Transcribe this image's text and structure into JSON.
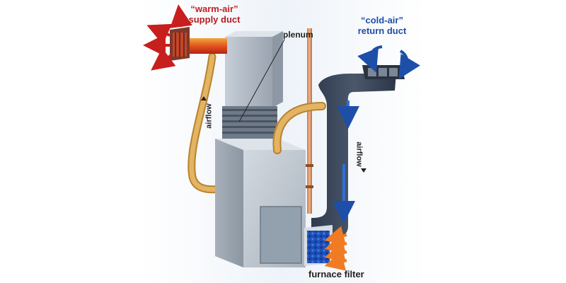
{
  "labels": {
    "warm_air_line1": "“warm-air”",
    "warm_air_line2": "supply duct",
    "cold_air_line1": "“cold-air”",
    "cold_air_line2": "return duct",
    "plenum": "plenum",
    "airflow_left": "airflow",
    "airflow_right": "airflow",
    "furnace_filter": "furnace filter"
  },
  "colors": {
    "warm_air": "#c81e1e",
    "cold_air": "#1d4fa8",
    "filter_arrows": "#f07b22",
    "furnace_body": "#b9c1ca",
    "return_duct": "#3b4658",
    "flex_duct": "#d7a24c"
  }
}
